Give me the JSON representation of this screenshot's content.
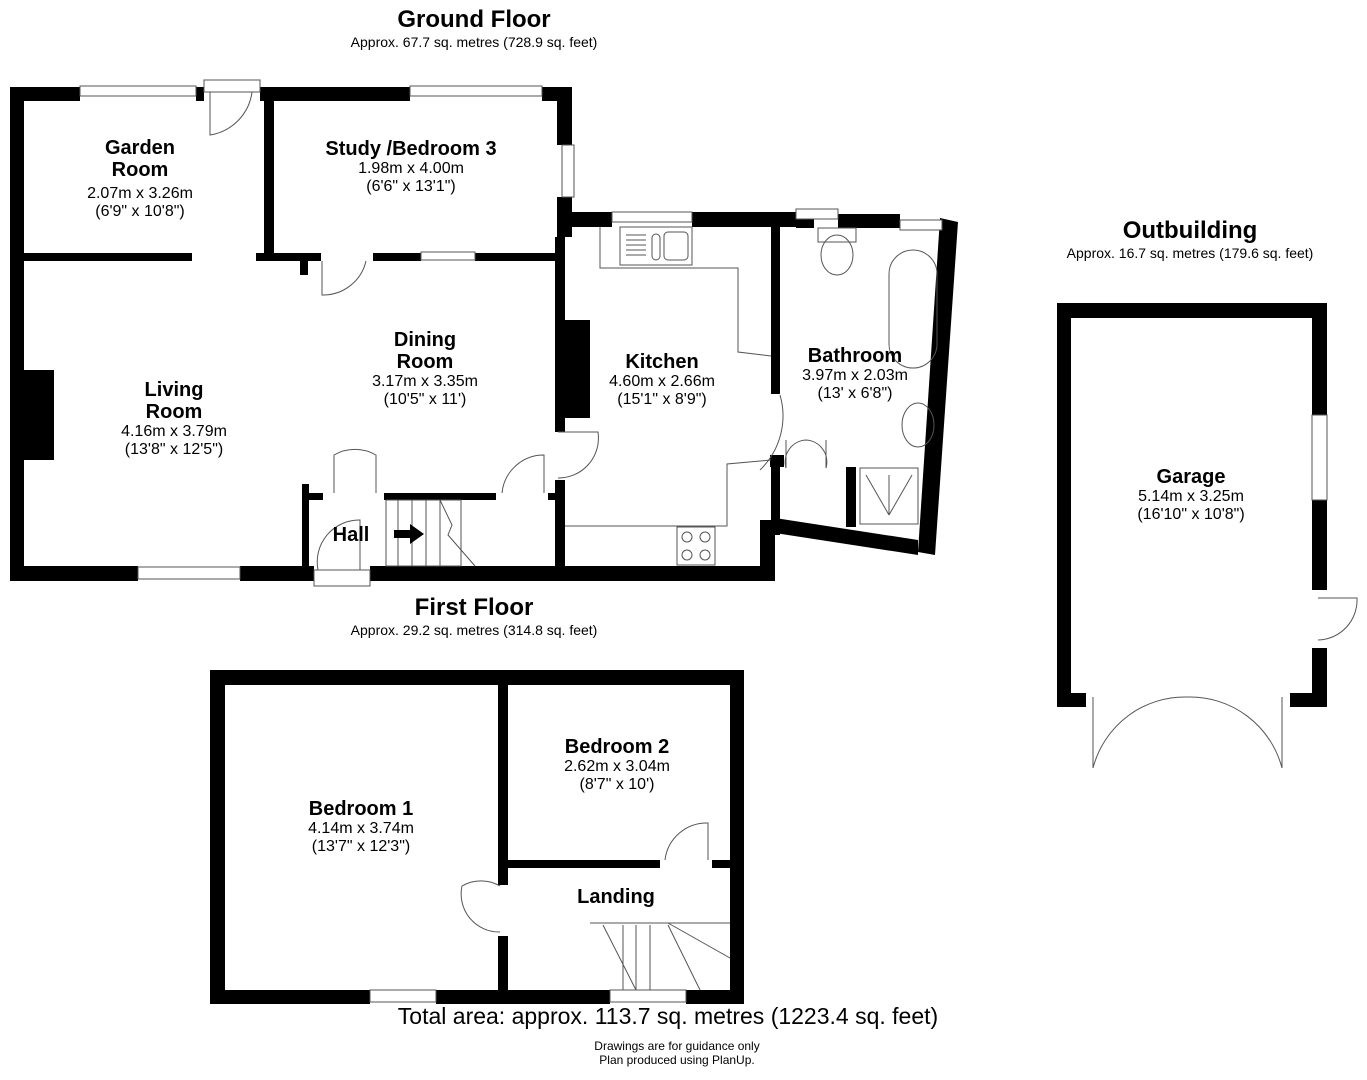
{
  "ground_floor": {
    "title": "Ground Floor",
    "area": "Approx. 67.7 sq. metres (728.9 sq. feet)",
    "rooms": [
      {
        "name_line1": "Garden",
        "name_line2": "Room",
        "metric": "2.07m x 3.26m",
        "imperial": "(6'9\" x 10'8\")"
      },
      {
        "name_line1": "Study /Bedroom 3",
        "name_line2": "",
        "metric": "1.98m x 4.00m",
        "imperial": "(6'6\" x 13'1\")"
      },
      {
        "name_line1": "Dining",
        "name_line2": "Room",
        "metric": "3.17m x 3.35m",
        "imperial": "(10'5\" x 11')"
      },
      {
        "name_line1": "Living",
        "name_line2": "Room",
        "metric": "4.16m x 3.79m",
        "imperial": "(13'8\" x 12'5\")"
      },
      {
        "name_line1": "Kitchen",
        "name_line2": "",
        "metric": "4.60m x 2.66m",
        "imperial": "(15'1\" x 8'9\")"
      },
      {
        "name_line1": "Bathroom",
        "name_line2": "",
        "metric": "3.97m x 2.03m",
        "imperial": "(13' x 6'8\")"
      },
      {
        "name_line1": "Hall",
        "name_line2": "",
        "metric": "",
        "imperial": ""
      }
    ]
  },
  "first_floor": {
    "title": "First Floor",
    "area": "Approx. 29.2 sq. metres (314.8 sq. feet)",
    "rooms": [
      {
        "name_line1": "Bedroom 1",
        "metric": "4.14m x 3.74m",
        "imperial": "(13'7\" x 12'3\")"
      },
      {
        "name_line1": "Bedroom 2",
        "metric": "2.62m x 3.04m",
        "imperial": "(8'7\" x 10')"
      },
      {
        "name_line1": "Landing",
        "metric": "",
        "imperial": ""
      }
    ]
  },
  "outbuilding": {
    "title": "Outbuilding",
    "area": "Approx. 16.7 sq. metres (179.6 sq. feet)",
    "rooms": [
      {
        "name_line1": "Garage",
        "metric": "5.14m x 3.25m",
        "imperial": "(16'10\" x 10'8\")"
      }
    ]
  },
  "footer": {
    "total_area": "Total area: approx. 113.7 sq. metres (1223.4 sq. feet)",
    "note_line1": "Drawings are for guidance only",
    "note_line2": "Plan produced using PlanUp."
  }
}
